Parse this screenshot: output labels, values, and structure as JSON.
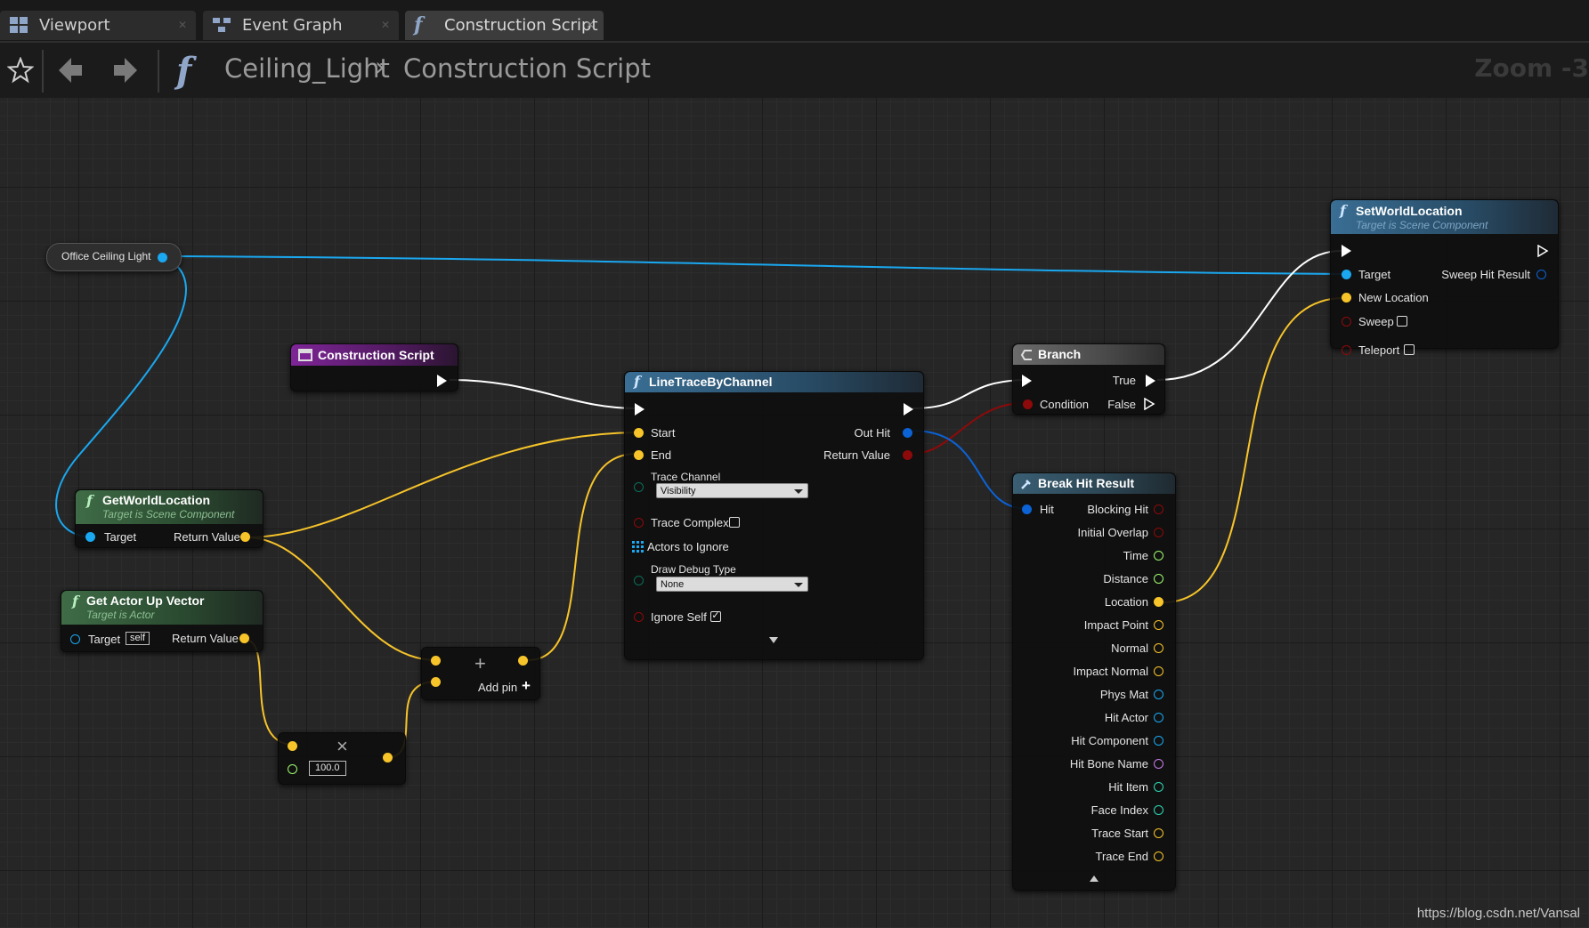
{
  "tabs": [
    {
      "label": "Viewport"
    },
    {
      "label": "Event Graph"
    },
    {
      "label": "Construction Script"
    }
  ],
  "breadcrumb": {
    "blueprint": "Ceiling_Light",
    "separator": "›",
    "graph": "Construction Script"
  },
  "zoom_label": "Zoom -3",
  "nodes": {
    "office_ceiling_light": {
      "label": "Office Ceiling Light"
    },
    "construction_script": {
      "title": "Construction Script"
    },
    "get_world_location": {
      "title": "GetWorldLocation",
      "subtitle": "Target is Scene Component",
      "target": "Target",
      "return": "Return Value"
    },
    "get_actor_up_vector": {
      "title": "Get Actor Up Vector",
      "subtitle": "Target is Actor",
      "target": "Target",
      "target_default": "self",
      "return": "Return Value"
    },
    "multiply": {
      "symbol": "×",
      "value": "100.0"
    },
    "add": {
      "symbol": "+",
      "add_pin": "Add pin"
    },
    "line_trace": {
      "title": "LineTraceByChannel",
      "start": "Start",
      "end": "End",
      "trace_channel": "Trace Channel",
      "trace_channel_value": "Visibility",
      "trace_complex": "Trace Complex",
      "actors_to_ignore": "Actors to Ignore",
      "draw_debug_type": "Draw Debug Type",
      "draw_debug_value": "None",
      "ignore_self": "Ignore Self",
      "out_hit": "Out Hit",
      "return_value": "Return Value"
    },
    "branch": {
      "title": "Branch",
      "condition": "Condition",
      "true": "True",
      "false": "False"
    },
    "set_world_location": {
      "title": "SetWorldLocation",
      "subtitle": "Target is Scene Component",
      "target": "Target",
      "new_location": "New Location",
      "sweep": "Sweep",
      "teleport": "Teleport",
      "sweep_hit_result": "Sweep Hit Result"
    },
    "break_hit_result": {
      "title": "Break Hit Result",
      "hit": "Hit",
      "outputs": [
        "Blocking Hit",
        "Initial Overlap",
        "Time",
        "Distance",
        "Location",
        "Impact Point",
        "Normal",
        "Impact Normal",
        "Phys Mat",
        "Hit Actor",
        "Hit Component",
        "Hit Bone Name",
        "Hit Item",
        "Face Index",
        "Trace Start",
        "Trace End"
      ]
    }
  },
  "watermark": "https://blog.csdn.net/Vansal",
  "colors": {
    "object_pin": "#1aa8f0",
    "vector_pin": "#f7c42a",
    "bool_pin": "#8e0a0a",
    "float_pin": "#9efb6e",
    "exec_pin": "#ffffff",
    "struct_pin": "#0b63d6",
    "name_pin": "#c87ce8",
    "int_pin": "#2ed9b5"
  }
}
